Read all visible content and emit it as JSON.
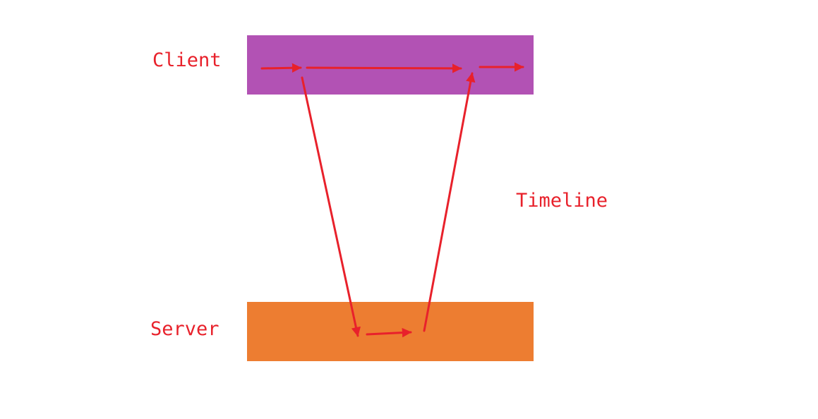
{
  "client_label": "Client",
  "server_label": "Server",
  "timeline_label": "Timeline",
  "colors": {
    "client_lane": "#b252b4",
    "server_lane": "#ed7d31",
    "arrow": "#e8212b",
    "text": "#e8212b"
  }
}
